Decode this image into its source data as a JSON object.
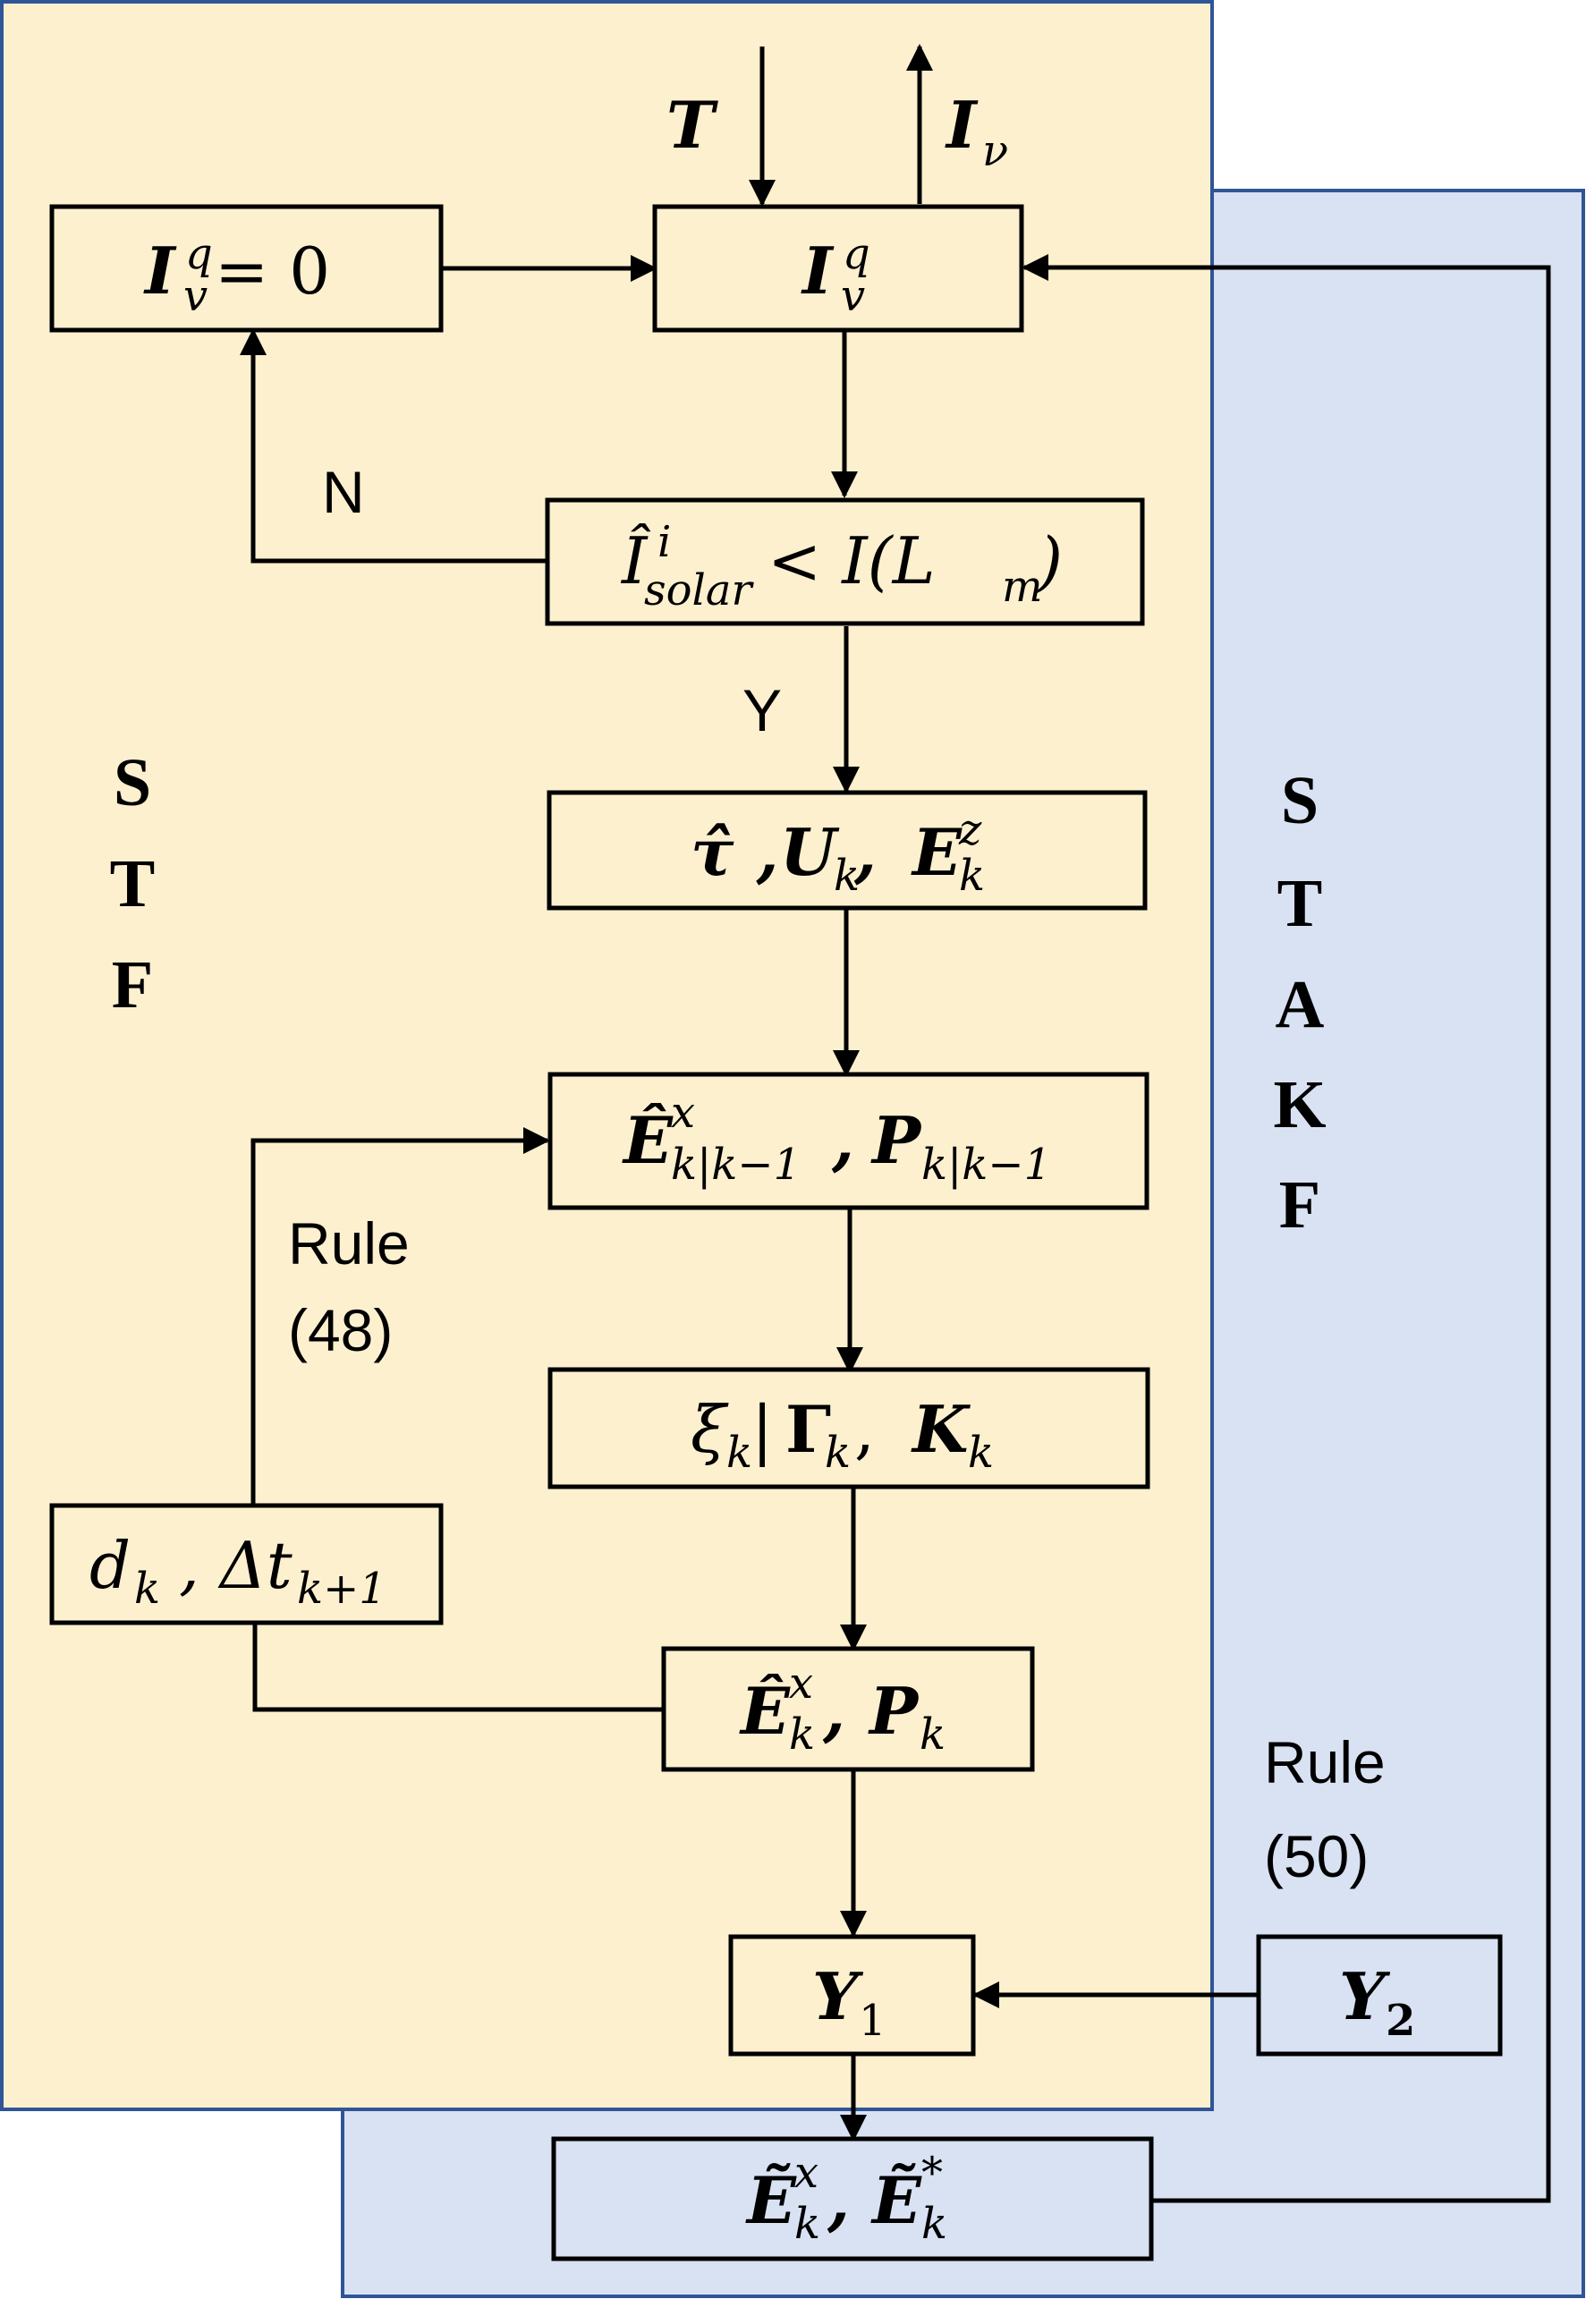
{
  "panels": {
    "left_title": "STF",
    "right_title": "STAKF",
    "left_color": "#fdf0cf",
    "right_color": "#d9e2f3",
    "border_color": "#2f5597"
  },
  "inputs": {
    "T_label": "T",
    "I_main": "I",
    "I_main_sub": "ν"
  },
  "nodes": {
    "init": {
      "main": "I",
      "sup": "q",
      "sub": "v",
      "rest": " = 0"
    },
    "iq": {
      "main": "I",
      "sup": "q",
      "sub": "v"
    },
    "decision": {
      "main": "Î",
      "sup": "i",
      "sub": "solar",
      "rest": " < I(L",
      "rest_sub": "m",
      "rest_end": ")"
    },
    "tau": {
      "t1": "τ̂ , ",
      "t2": "U",
      "t2_sub": "k",
      "t3": " , ",
      "t4": "E",
      "t4_sup": "z",
      "t4_sub": "k"
    },
    "pred": {
      "t1": "Ê",
      "t1_sup": "x",
      "t1_sub": "k|k−1",
      "t2": " , ",
      "t3": "P",
      "t3_sub": "k|k−1"
    },
    "xi": {
      "t1": "ξ",
      "t1_sub": "k",
      "t2": "|",
      "t3": "Γ",
      "t3_sub": "k",
      "t4": " , ",
      "t5": "K",
      "t5_sub": "k"
    },
    "dk": {
      "t1": "d",
      "t1_sub": "k",
      "t2": " , Δt",
      "t2_sub": "k+1"
    },
    "upd": {
      "t1": "Ê",
      "t1_sup": "x",
      "t1_sub": "k",
      "t2": " , ",
      "t3": "P",
      "t3_sub": "k"
    },
    "y1": {
      "t1": "Y",
      "t1_sub": "1"
    },
    "y2": {
      "t1": "Y",
      "t1_sub": "2"
    },
    "final": {
      "t1": "Ẽ",
      "t1_sup": "x",
      "t1_sub": "k",
      "t2": " , ",
      "t3": "Ẽ",
      "t3_sup": "*",
      "t3_sub": "k"
    }
  },
  "labels": {
    "no": "N",
    "yes": "Y",
    "rule48_a": "Rule",
    "rule48_b": "(48)",
    "rule50_a": "Rule",
    "rule50_b": "(50)"
  }
}
